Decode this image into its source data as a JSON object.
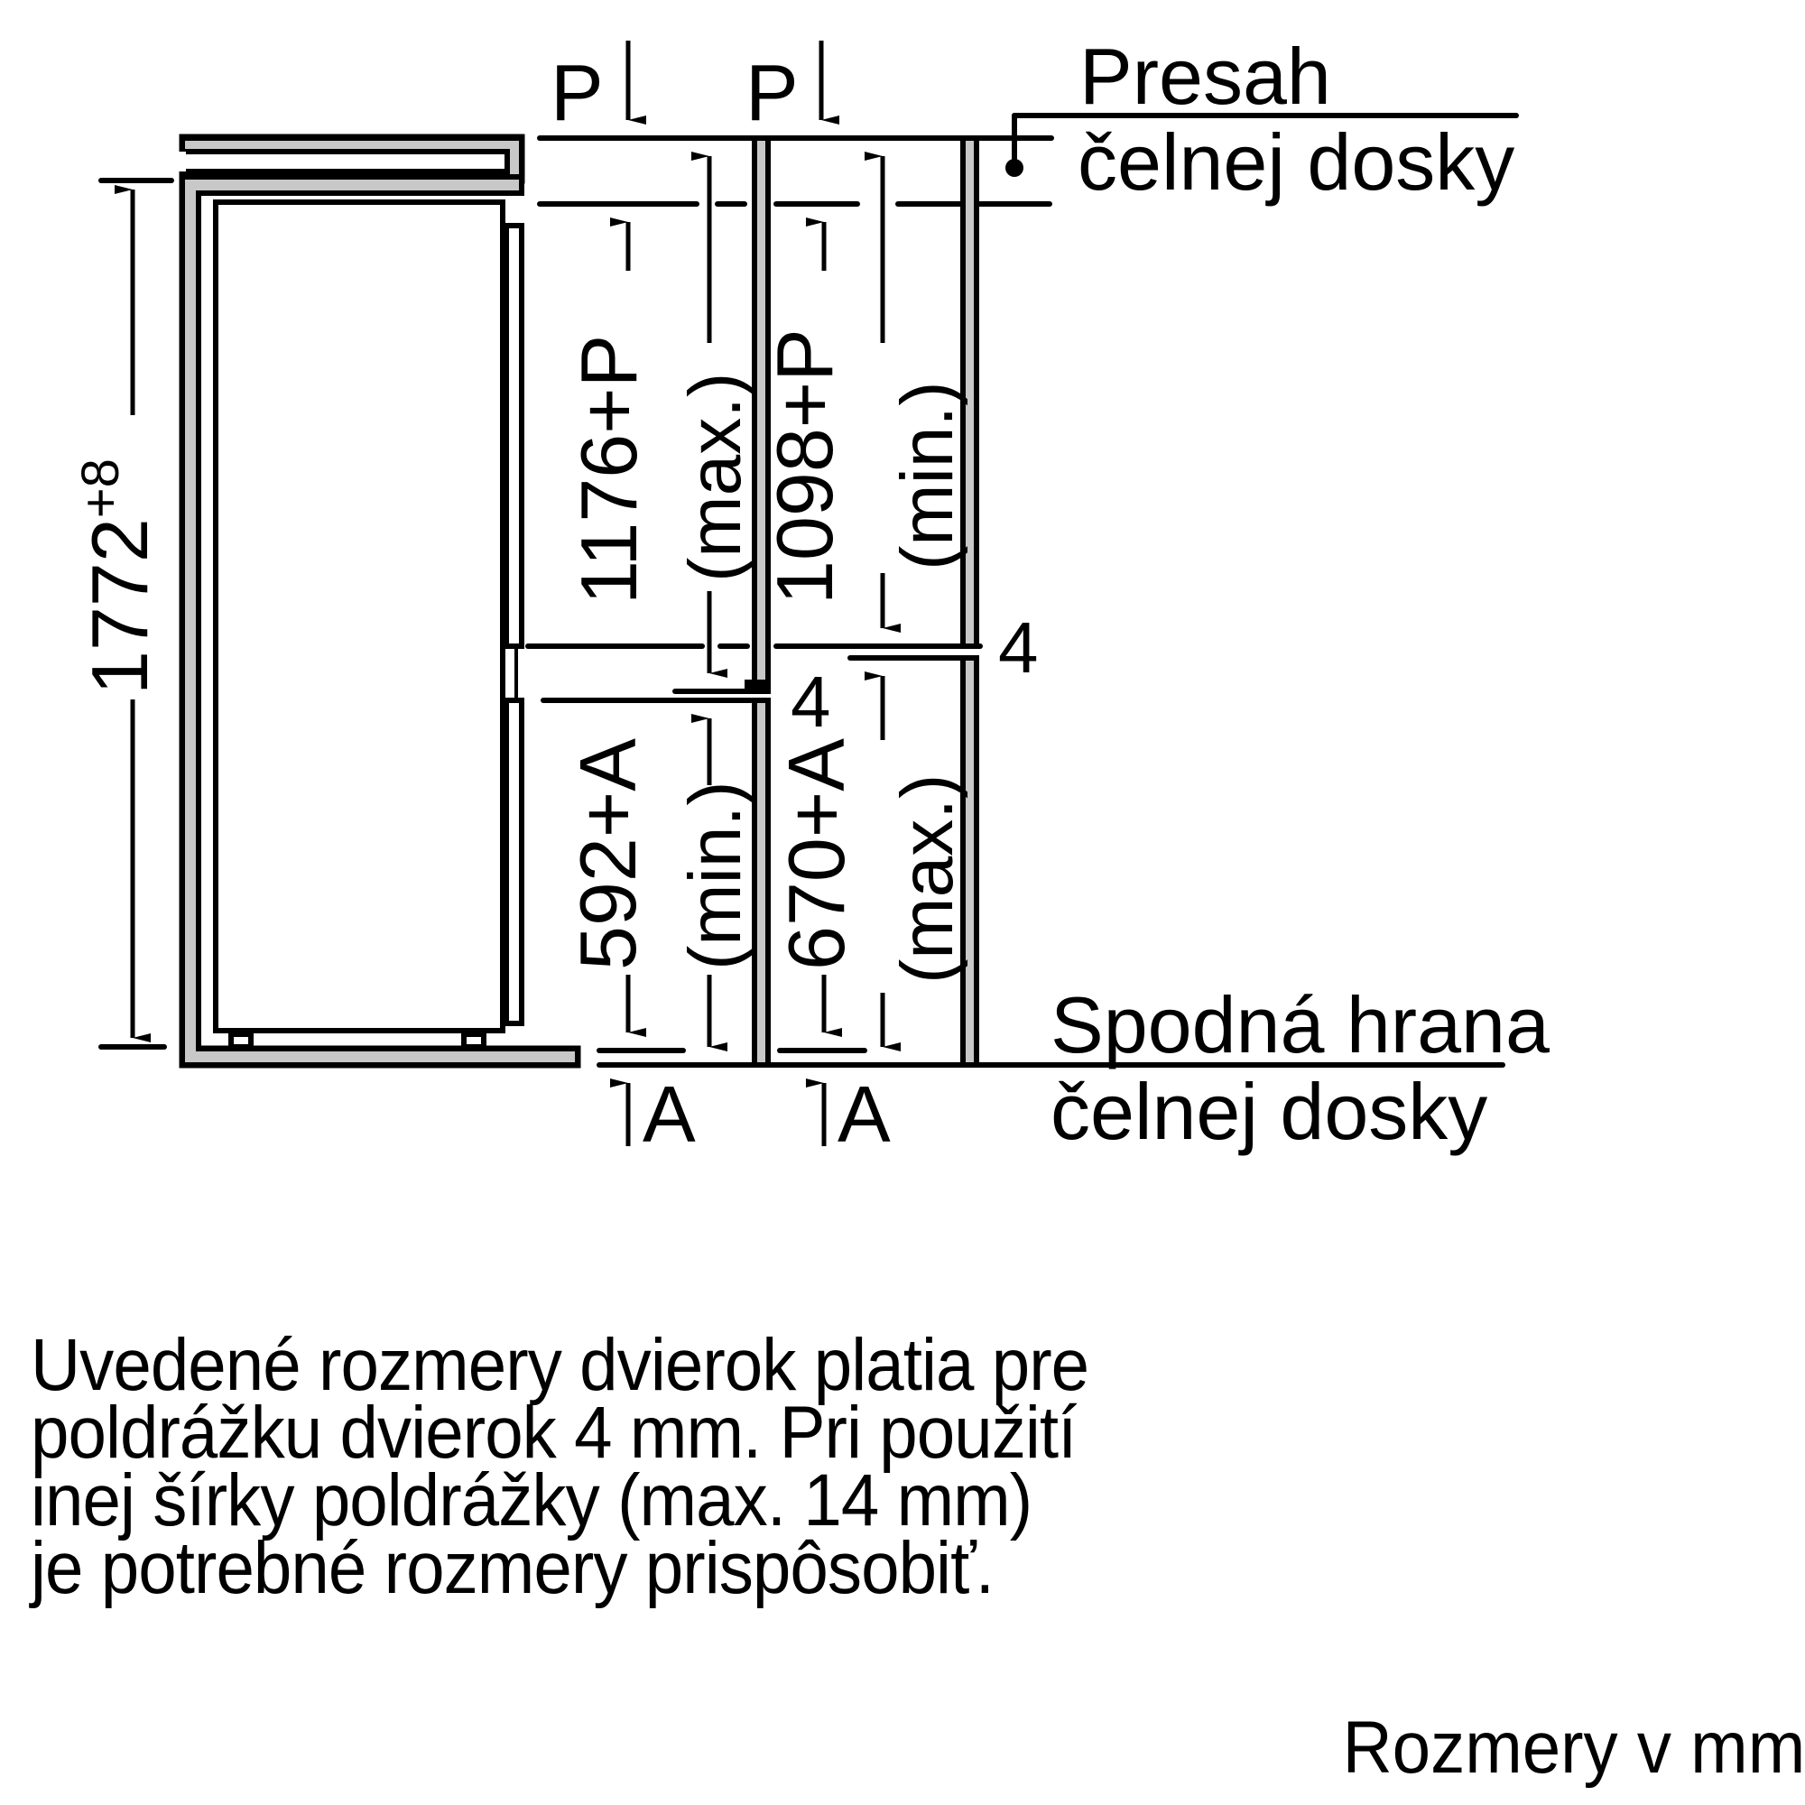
{
  "diagram": {
    "title": "Built-in fridge niche dimensions",
    "labels": {
      "p_left": "P",
      "p_right": "P",
      "overlap_line1": "Presah",
      "overlap_line2": "čelnej dosky",
      "bottom_edge_line1": "Spodná hrana",
      "bottom_edge_line2": "čelnej dosky",
      "height_total": "1772",
      "height_total_tolerance": "+8",
      "upper_door_max": "1176+P",
      "upper_door_max_note": "(max.)",
      "upper_door_min": "1098+P",
      "upper_door_min_note": "(min.)",
      "lower_door_min": "592+A",
      "lower_door_min_note": "(min.)",
      "lower_door_max": "670+A",
      "lower_door_max_note": "(max.)",
      "gap_left": "4",
      "gap_right": "4",
      "a_left": "A",
      "a_right": "A"
    },
    "colors": {
      "panel_fill": "#c8c8c8",
      "line": "#000000"
    }
  },
  "note": {
    "lines": [
      "Uvedené rozmery dvierok platia pre",
      "poldrážku dvierok 4 mm. Pri použití",
      "inej šírky poldrážky (max. 14 mm)",
      "je potrebné rozmery prispôsobiť."
    ]
  },
  "units_label": "Rozmery v mm"
}
